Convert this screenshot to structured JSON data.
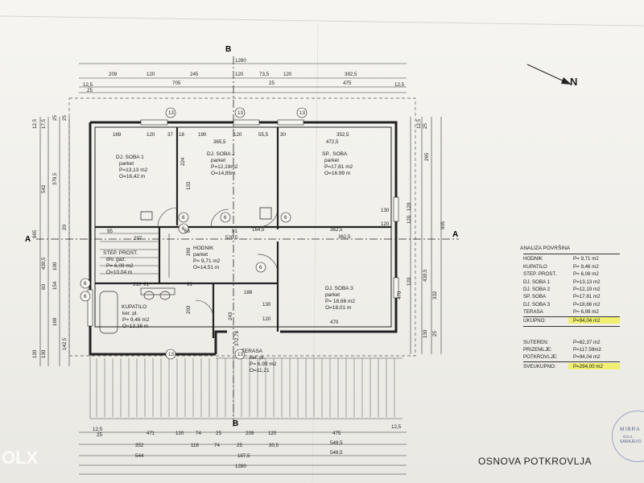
{
  "image_title": "OSNOVA POTKROVLJA",
  "watermark": "OLX",
  "north_label": "N",
  "stamp": {
    "name": "MIBRA",
    "sub1": "d.o.o.",
    "sub2": "SARAJEVO"
  },
  "section_labels": {
    "a_left": "A",
    "a_right": "A",
    "b_top": "B",
    "b_bottom": "B"
  },
  "rooms": [
    {
      "name": "DJ. SOBA 1",
      "floor": "parket",
      "P": "P=13,13 m2",
      "O": "O=16,42 m"
    },
    {
      "name": "DJ. SOBA 2",
      "floor": "parket",
      "P": "P=12,19m2",
      "O": "O=14,85m"
    },
    {
      "name": "SP.. SOBA",
      "floor": "parket",
      "P": "P=17,81 m2",
      "O": "O=16.99 m"
    },
    {
      "name": "STEP. PROST.",
      "floor": "drv. gaz.",
      "P": "P= 6,09 m2",
      "O": "O=10.04 m"
    },
    {
      "name": "HODNIK",
      "floor": "parket",
      "P": "P= 9,71 m2",
      "O": "O=14,51 m"
    },
    {
      "name": "DJ. SOBA 3",
      "floor": "parket",
      "P": "P= 18,66 m2",
      "O": "O=18,01 m"
    },
    {
      "name": "KUPATILO",
      "floor": "ker. pl.",
      "P": "P= 9,46 m2",
      "O": "O=13,38 m"
    },
    {
      "name": "TERASA",
      "floor": "ker. pl.",
      "P": "P= 6,99 m2",
      "O": "O=11,21"
    }
  ],
  "dimensions": {
    "top_total": "1280",
    "top_row1": [
      "209",
      "120",
      "245",
      "120",
      "73,5",
      "120",
      "392,5"
    ],
    "top_row2": [
      "705",
      "25",
      "475"
    ],
    "top_edge": [
      "12,5",
      "25",
      "12,5"
    ],
    "inner_top": [
      "169",
      "120",
      "37",
      "18",
      "190",
      "120",
      "55,5",
      "30",
      "352,5"
    ],
    "inner_top2": [
      "365,5",
      "472,5"
    ],
    "mid": [
      "520,5",
      "164,5",
      "362,5",
      "362,5"
    ],
    "mid2": [
      "95",
      "66",
      "91",
      "297"
    ],
    "low": [
      "91",
      "91",
      "310",
      "188",
      "470"
    ],
    "bottom_row1": [
      "471",
      "120",
      "74",
      "25",
      "209",
      "120",
      "475"
    ],
    "bottom_row2": [
      "352",
      "118",
      "74",
      "25",
      "30,5",
      "548,5"
    ],
    "bottom_row3": [
      "544",
      "187,5",
      "548,5"
    ],
    "bottom_total": "1280",
    "bottom_edge": [
      "12,5",
      "25",
      "12,5"
    ],
    "left_col": [
      "12,5",
      "17,5",
      "542",
      "379,5",
      "25",
      "25",
      "965",
      "20",
      "100",
      "154",
      "169",
      "60",
      "430,5",
      "142,5",
      "130",
      "130"
    ],
    "right_col": [
      "12,5",
      "25",
      "265",
      "120",
      "120",
      "120",
      "905",
      "470",
      "430,5",
      "332",
      "130",
      "25"
    ],
    "misc": [
      "224",
      "133",
      "260",
      "203",
      "243",
      "372,78",
      "130",
      "120",
      "130",
      "120",
      "13",
      "6"
    ]
  },
  "analysis": {
    "title": "ANALIZA POVRŠINA",
    "rows": [
      {
        "name": "HODNIK",
        "value": "P= 9,71 m2"
      },
      {
        "name": "KUPATILO",
        "value": "P= 9,46 m2"
      },
      {
        "name": "STEP. PROST.",
        "value": "P= 6,09 m2"
      },
      {
        "name": "DJ. SOBA 1",
        "value": "P=13,13 m2"
      },
      {
        "name": "DJ. SOBA 2",
        "value": "P=12,19 m2"
      },
      {
        "name": "SP. SOBA",
        "value": "P=17.81 m2"
      },
      {
        "name": "DJ. SOBA 3",
        "value": "P=18,66 m2"
      },
      {
        "name": "TERASA",
        "value": "P= 6,99 m2"
      }
    ],
    "ukupno": {
      "name": "UKUPNO:",
      "value": "P=94,04 m2"
    },
    "summary": [
      {
        "name": "SUTEREN:",
        "value": "P=82,37 m2"
      },
      {
        "name": "PRIZEMLJE:",
        "value": "P=117.59m2"
      },
      {
        "name": "POTKROVLJE:",
        "value": "P=94,04 m2"
      }
    ],
    "sveukupno": {
      "name": "SVEUKUPNO:",
      "value": "P=294,00 m2"
    },
    "highlight_color": "#f1ee5a"
  }
}
